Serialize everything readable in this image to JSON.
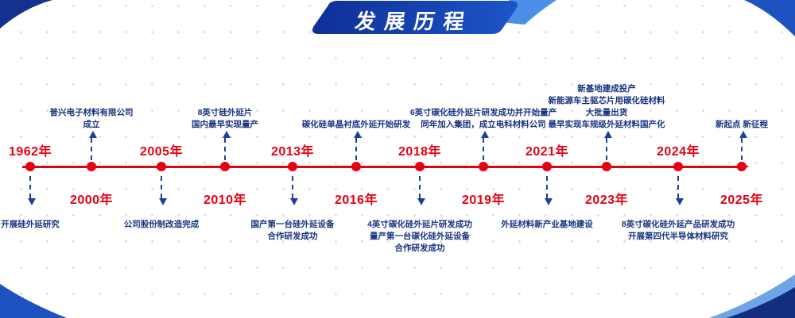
{
  "banner": {
    "title": "发展历程"
  },
  "colors": {
    "timeline_red": "#e60012",
    "desc_navy": "#17337f",
    "arrow_blue": "#1e3f9c",
    "banner_navy": "#0e2f96",
    "banner_royal": "#1d55c8",
    "swoosh_light_blue": "#4b8fe8"
  },
  "timeline": {
    "milestones": [
      {
        "year": "1962年",
        "side": "above",
        "desc": [
          "开展硅外延研究"
        ]
      },
      {
        "year": "2000年",
        "side": "below",
        "desc": [
          "普兴电子材料有限公司",
          "成立"
        ]
      },
      {
        "year": "2005年",
        "side": "above",
        "desc": [
          "公司股份制改造完成"
        ]
      },
      {
        "year": "2010年",
        "side": "below",
        "desc": [
          "8英寸硅外延片",
          "国内最早实现量产"
        ]
      },
      {
        "year": "2013年",
        "side": "above",
        "desc": [
          "国产第一台硅外延设备",
          "合作研发成功"
        ]
      },
      {
        "year": "2016年",
        "side": "below",
        "desc": [
          "碳化硅单晶衬底外延开始研发"
        ]
      },
      {
        "year": "2018年",
        "side": "above",
        "desc": [
          "4英寸碳化硅外延片研发成功",
          "量产第一台碳化硅外延设备",
          "合作研发成功"
        ]
      },
      {
        "year": "2019年",
        "side": "below",
        "desc": [
          "6英寸碳化硅外延片研发成功并开始量产",
          "同年加入集团，成立电科材料公司"
        ]
      },
      {
        "year": "2021年",
        "side": "above",
        "desc": [
          "外延材料新产业基地建设"
        ]
      },
      {
        "year": "2023年",
        "side": "below",
        "desc": [
          "新基地建成投产",
          "新能源车主驱芯片用碳化硅材料",
          "大批量出货",
          "最早实现车规级外延材料国产化"
        ]
      },
      {
        "year": "2024年",
        "side": "above",
        "desc": [
          "8英寸碳化硅外延产品研发成功",
          "开展第四代半导体材料研究"
        ]
      },
      {
        "year": "2025年",
        "side": "below",
        "desc": [
          "新起点 新征程"
        ]
      }
    ]
  }
}
